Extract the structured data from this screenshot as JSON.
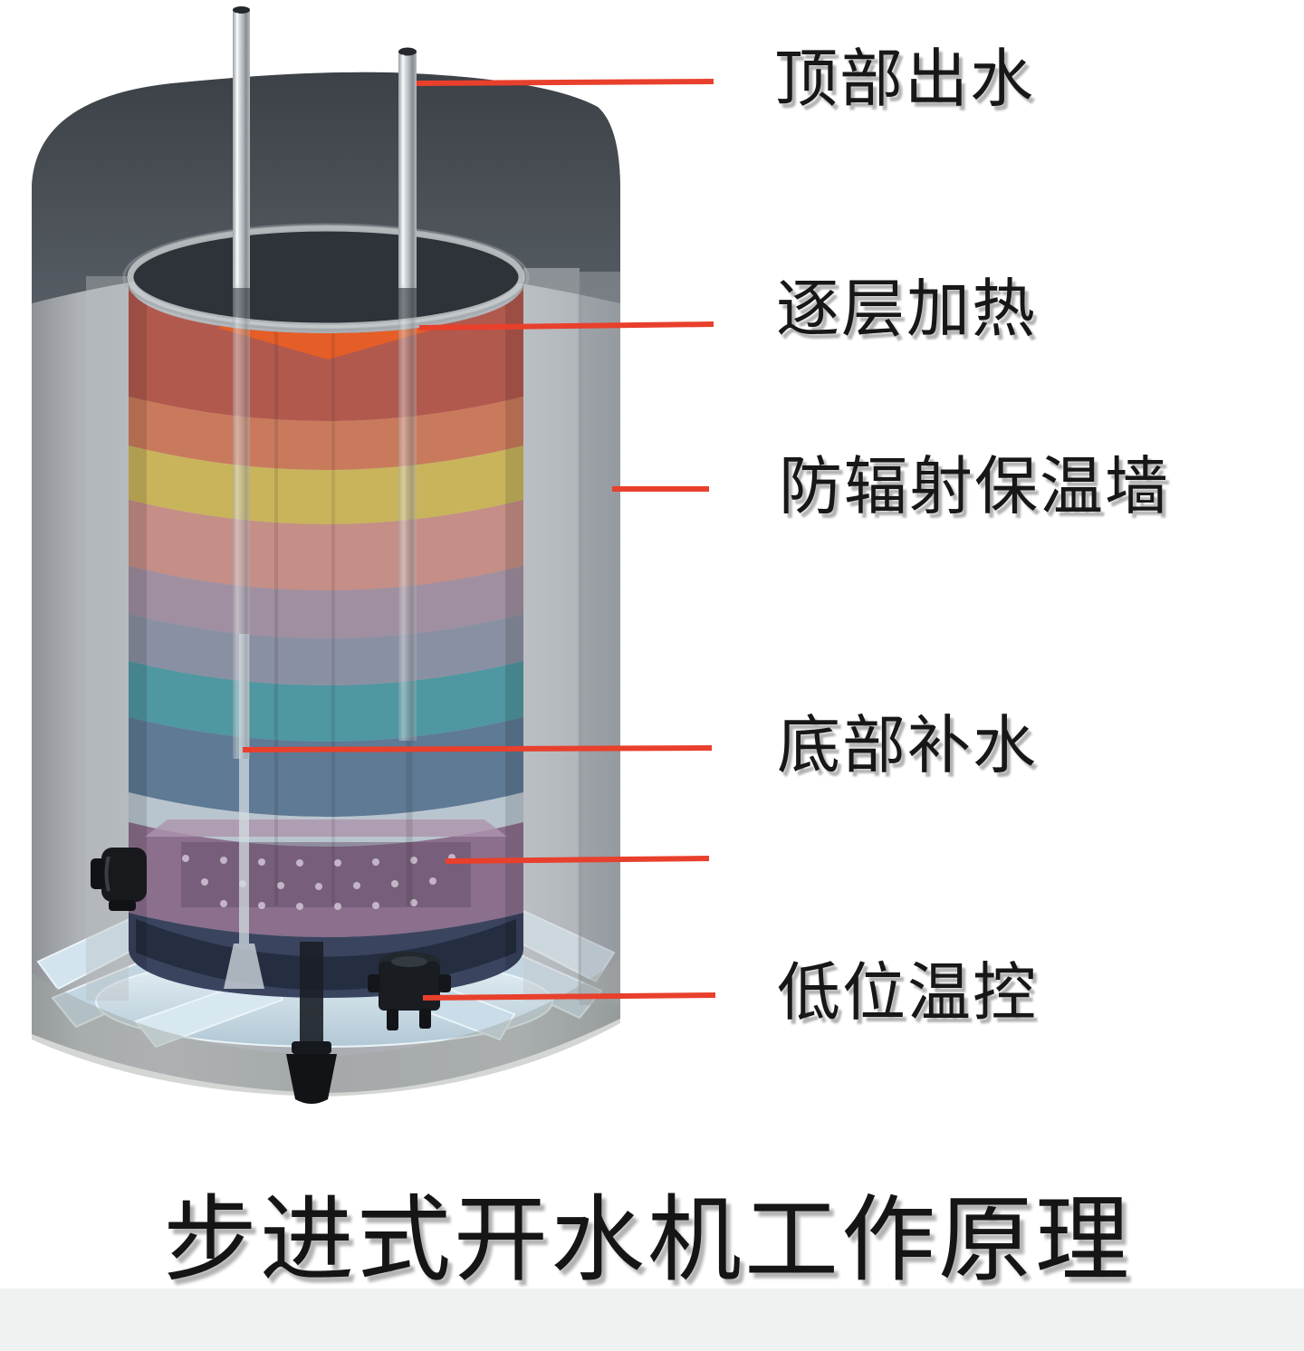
{
  "page": {
    "background": "#ffffff",
    "footer_strip_color": "#eef3f2"
  },
  "diagram": {
    "title": "步进式开水机工作原理",
    "labels": [
      {
        "id": "top-outlet",
        "text": "顶部出水"
      },
      {
        "id": "layer-heating",
        "text": "逐层加热"
      },
      {
        "id": "insulation-wall",
        "text": "防辐射保温墙"
      },
      {
        "id": "bottom-refill",
        "text": "底部补水"
      },
      {
        "id": "low-thermostat",
        "text": "低位温控"
      }
    ],
    "leader_line_color": "#e8402c",
    "boiler": {
      "shell_color": "#a9adb2",
      "shell_top_color": "#474c53",
      "heating_indicator_color": "#e55e27",
      "water_layer_colors_top_to_bottom": [
        "#b2594e",
        "#ca7a5c",
        "#c9b45c",
        "#c58e86",
        "#a08fa0",
        "#8a90a3",
        "#4f97a1",
        "#5e7a95"
      ],
      "plate_flange_color": "#b9c5ce",
      "perforated_plate_color": "#8b6f8d",
      "bowl_color": "#3a445f",
      "base_color": "#cfe0ea",
      "fitting_color": "#17191d",
      "pipe_color": "#c3c8cc"
    }
  }
}
